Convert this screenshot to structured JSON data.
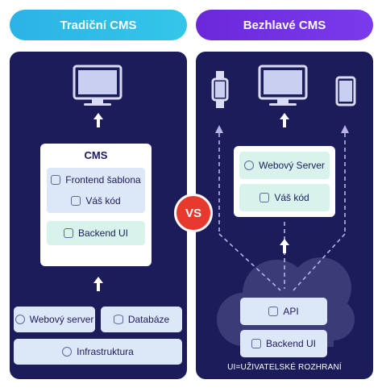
{
  "left": {
    "header": "Tradiční CMS",
    "cms_title": "CMS",
    "frontend": "Frontend šablona",
    "your_code": "Váš kód",
    "backend": "Backend UI",
    "web_server": "Webový server",
    "database": "Databáze",
    "infrastructure": "Infrastruktura"
  },
  "right": {
    "header": "Bezhlavé CMS",
    "web_server": "Webový Server",
    "your_code": "Váš kód",
    "api": "API",
    "backend": "Backend UI",
    "footer": "UI=UŽIVATELSKÉ ROZHRANÍ"
  },
  "vs": "VS",
  "colors": {
    "panel": "#1c1c5b",
    "left_header": "#2bb3e6",
    "right_header": "#6a28d9",
    "vs_badge": "#e63a2e",
    "light_blue_box": "#dce8f7",
    "light_green_box": "#d8f3ec"
  },
  "icons": [
    "monitor-icon",
    "smartwatch-icon",
    "phone-icon",
    "code-icon",
    "web-icon",
    "cloud-icon",
    "database-icon",
    "network-icon",
    "chip-icon",
    "arrow-up-icon"
  ]
}
